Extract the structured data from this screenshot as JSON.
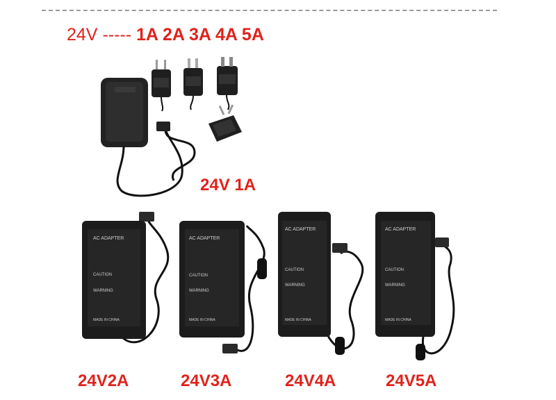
{
  "header": {
    "voltage": "24V",
    "dashes": "-----",
    "currents": "1A 2A 3A 4A 5A"
  },
  "labels": {
    "adapter_1a": "24V 1A",
    "adapter_2a": "24V2A",
    "adapter_3a": "24V3A",
    "adapter_4a": "24V4A",
    "adapter_5a": "24V5A"
  },
  "adapter_text": {
    "brand": "AC ADAPTER",
    "caution": "CAUTION",
    "warning": "WARNING",
    "made_in": "MADE IN CHINA"
  },
  "colors": {
    "label_red": "#e0221c",
    "adapter_black": "#1c1c1c"
  }
}
